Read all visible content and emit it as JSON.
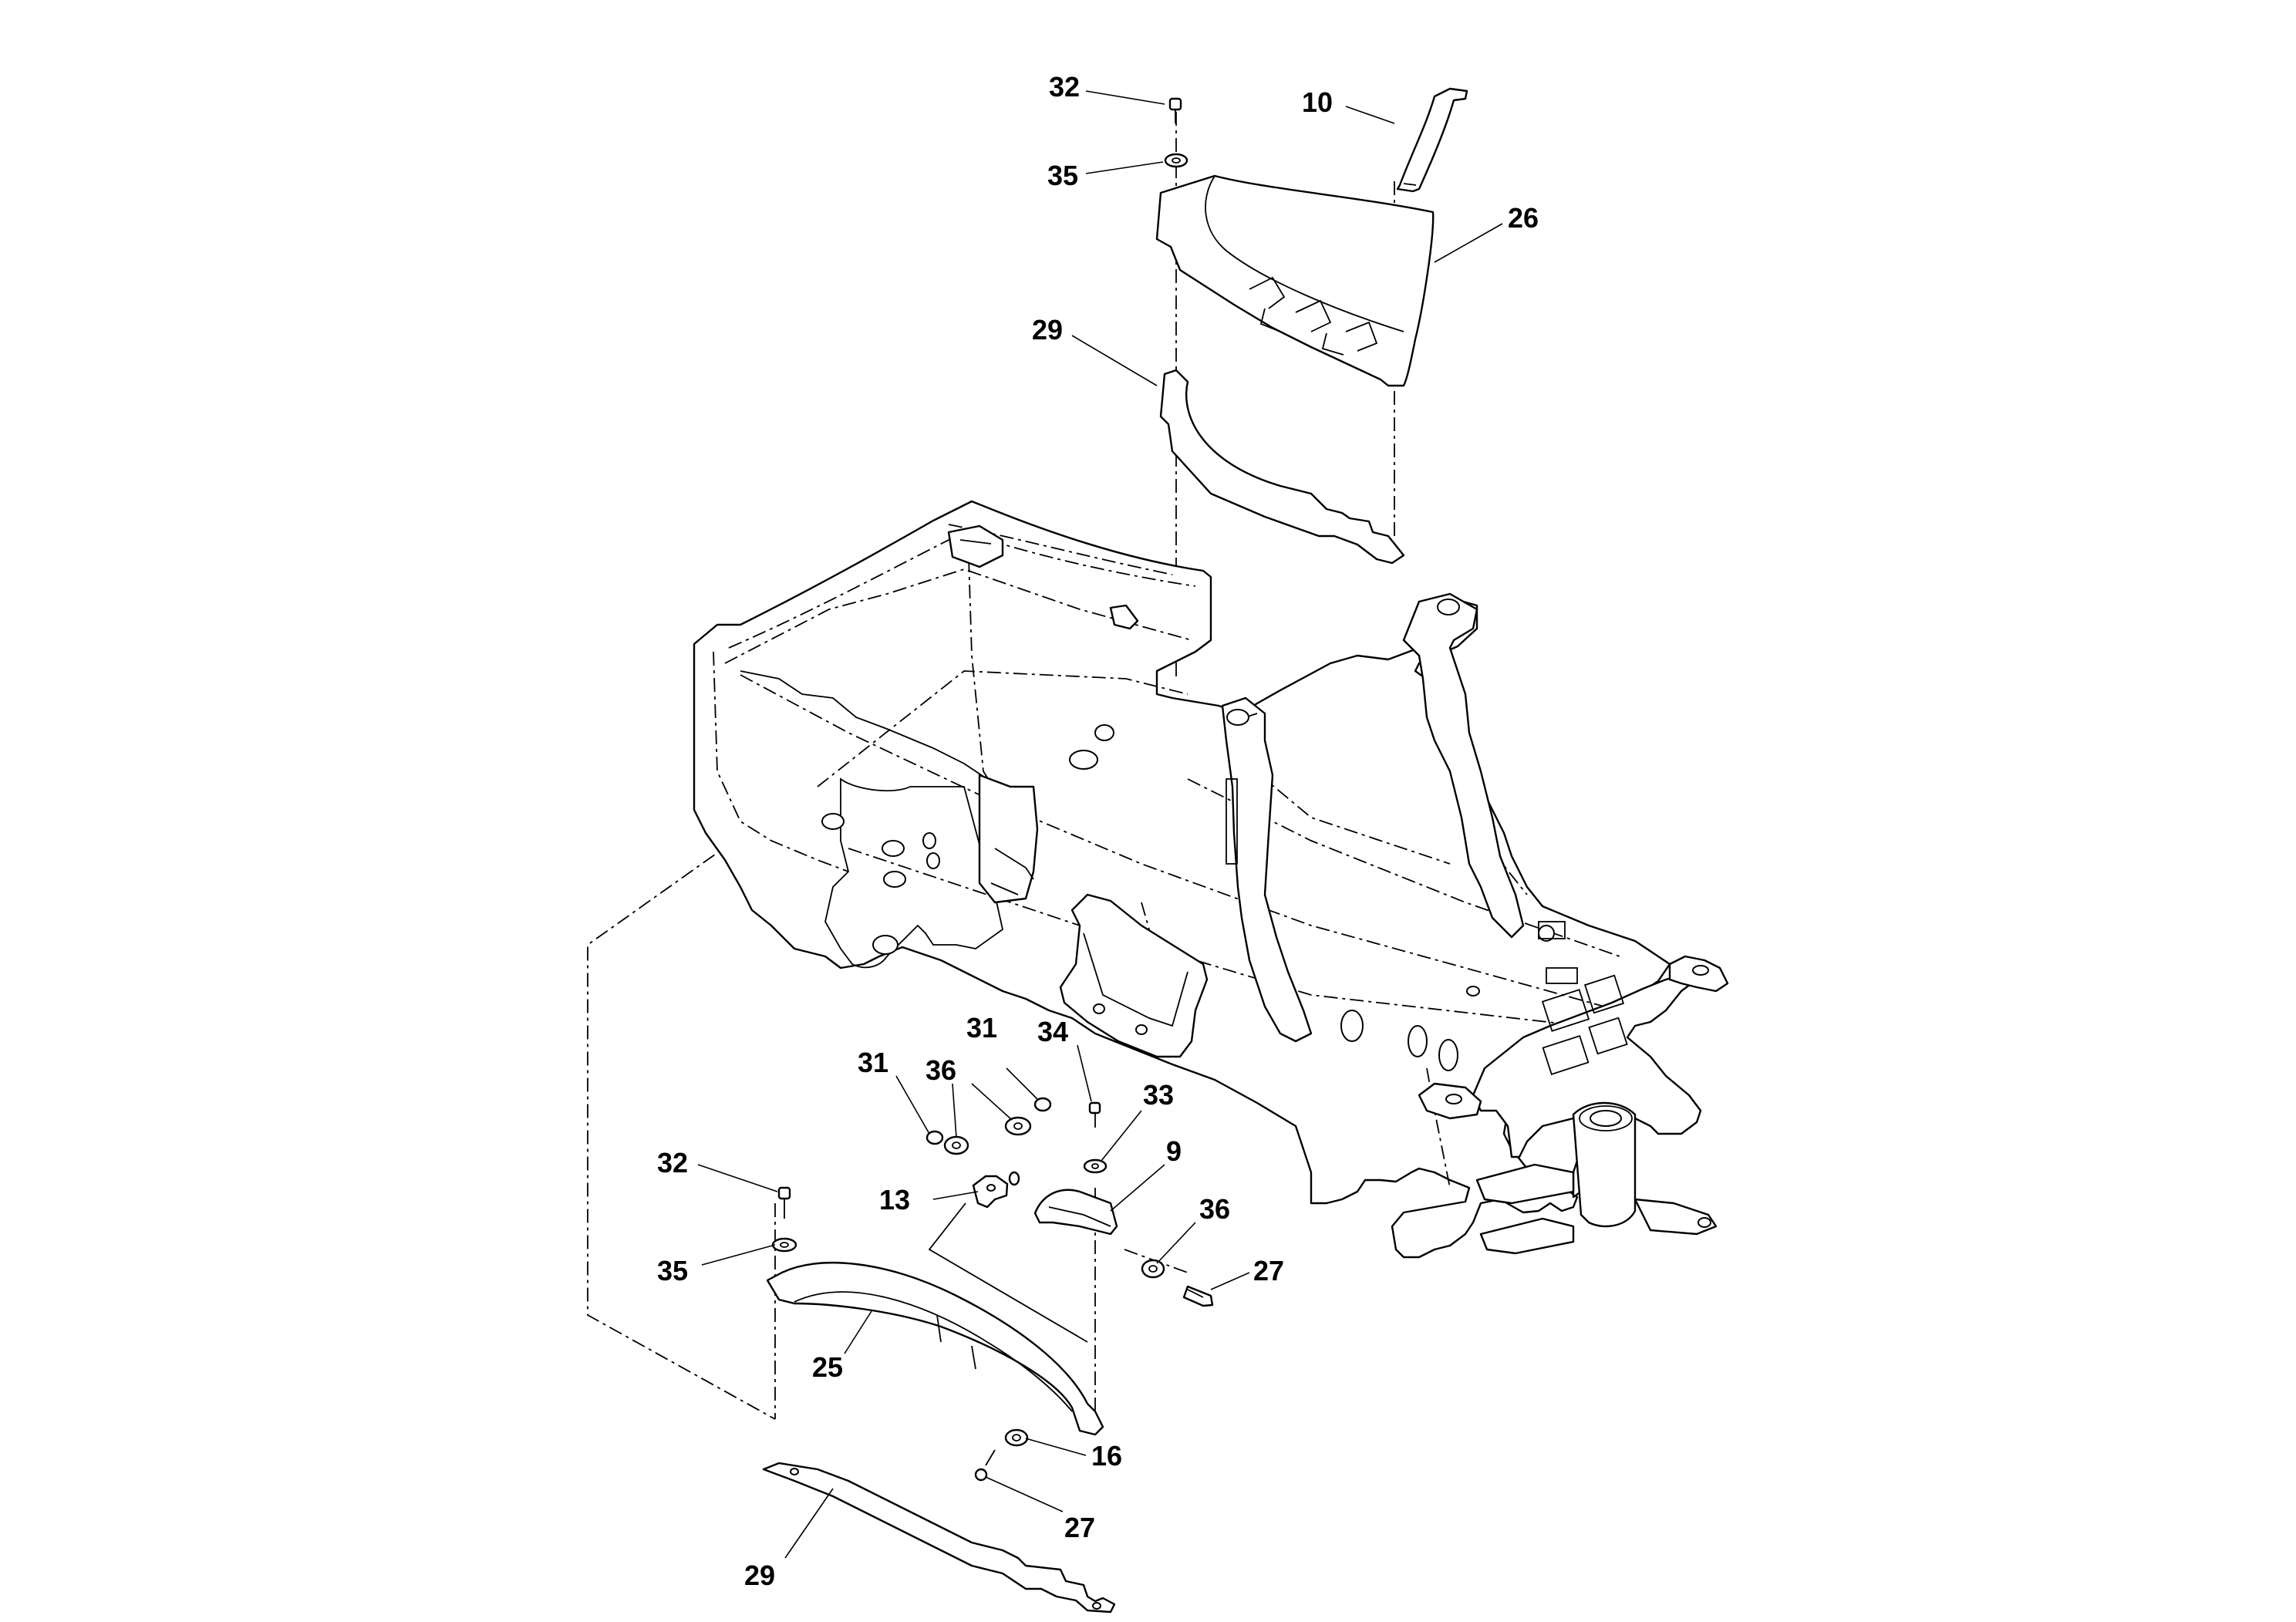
{
  "diagram": {
    "callouts": [
      {
        "id": "c-32-top",
        "text": "32"
      },
      {
        "id": "c-10",
        "text": "10"
      },
      {
        "id": "c-35-top",
        "text": "35"
      },
      {
        "id": "c-26",
        "text": "26"
      },
      {
        "id": "c-29-top",
        "text": "29"
      },
      {
        "id": "c-31-right",
        "text": "31"
      },
      {
        "id": "c-31-left",
        "text": "31"
      },
      {
        "id": "c-36-upper",
        "text": "36"
      },
      {
        "id": "c-34",
        "text": "34"
      },
      {
        "id": "c-33",
        "text": "33"
      },
      {
        "id": "c-9",
        "text": "9"
      },
      {
        "id": "c-13",
        "text": "13"
      },
      {
        "id": "c-36-right",
        "text": "36"
      },
      {
        "id": "c-27-right",
        "text": "27"
      },
      {
        "id": "c-32-bottom",
        "text": "32"
      },
      {
        "id": "c-35-bottom",
        "text": "35"
      },
      {
        "id": "c-25",
        "text": "25"
      },
      {
        "id": "c-16",
        "text": "16"
      },
      {
        "id": "c-27-bottom",
        "text": "27"
      },
      {
        "id": "c-29-bottom",
        "text": "29"
      }
    ]
  }
}
